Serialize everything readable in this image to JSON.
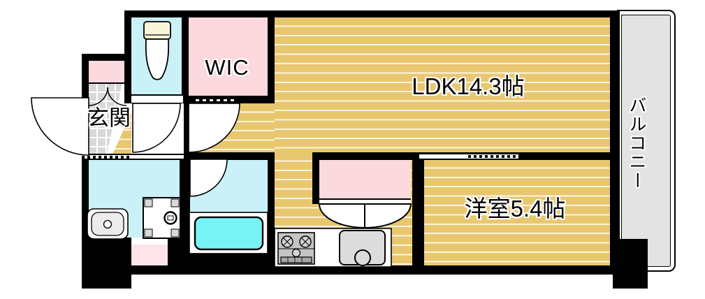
{
  "plan": {
    "type": "apartment-floorplan",
    "rooms": {
      "ldk": {
        "label": "LDK14.3帖"
      },
      "western_room": {
        "label": "洋室5.4帖"
      },
      "wic": {
        "label": "WIC"
      },
      "entrance": {
        "label": "玄関"
      },
      "balcony": {
        "label": "バルコニー"
      }
    },
    "fixtures": [
      "toilet",
      "shoe-cabinet",
      "entrance-door",
      "toilet-door",
      "ldk-door",
      "bathroom-door",
      "closet-bifold-doors",
      "bathtub",
      "washbasin",
      "washing-machine-pan",
      "gas-stove",
      "kitchen-sink",
      "sliding-door-marks"
    ],
    "colors": {
      "wall": "#000000",
      "wood_floor": "#e8c76f",
      "room_pink": "#fbd9de",
      "utility_pink": "#fce4e8",
      "room_cyan": "#c9f1f7",
      "bathtub_cyan": "#77f2f5",
      "balcony_gray": "#e3e3e3",
      "entrance_tile_gray": "#d8d8d8"
    }
  }
}
